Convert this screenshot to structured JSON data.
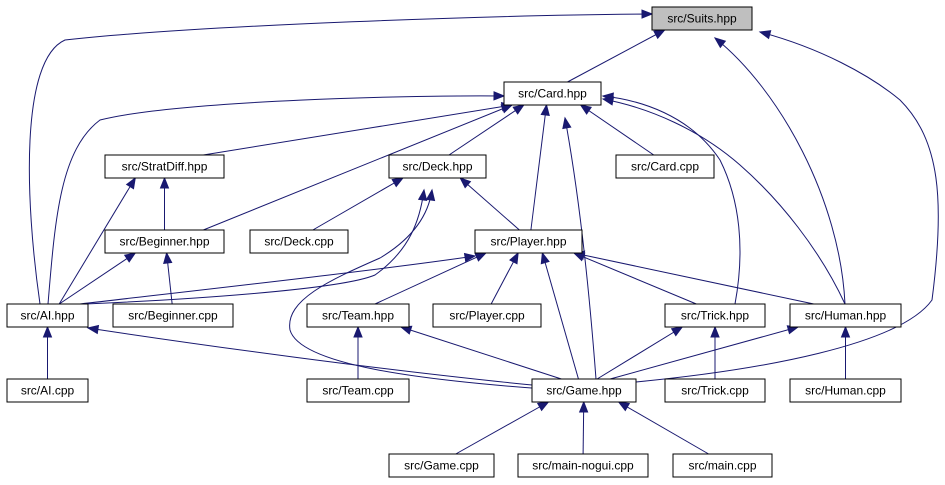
{
  "colors": {
    "edge": "#191970",
    "root_fill": "#bfbfbf",
    "node_fill": "#ffffff",
    "node_border": "#000000"
  },
  "nodes": {
    "suits_hpp": "src/Suits.hpp",
    "card_hpp": "src/Card.hpp",
    "stratdiff_hpp": "src/StratDiff.hpp",
    "deck_hpp": "src/Deck.hpp",
    "card_cpp": "src/Card.cpp",
    "beginner_hpp": "src/Beginner.hpp",
    "deck_cpp": "src/Deck.cpp",
    "player_hpp": "src/Player.hpp",
    "ai_hpp": "src/AI.hpp",
    "beginner_cpp": "src/Beginner.cpp",
    "team_hpp": "src/Team.hpp",
    "player_cpp": "src/Player.cpp",
    "trick_hpp": "src/Trick.hpp",
    "human_hpp": "src/Human.hpp",
    "ai_cpp": "src/AI.cpp",
    "team_cpp": "src/Team.cpp",
    "game_hpp": "src/Game.hpp",
    "trick_cpp": "src/Trick.cpp",
    "human_cpp": "src/Human.cpp",
    "game_cpp": "src/Game.cpp",
    "main_nogui_cpp": "src/main-nogui.cpp",
    "main_cpp": "src/main.cpp"
  },
  "edges": [
    [
      "card_hpp",
      "suits_hpp"
    ],
    [
      "ai_hpp",
      "suits_hpp"
    ],
    [
      "human_hpp",
      "suits_hpp"
    ],
    [
      "game_hpp",
      "suits_hpp"
    ],
    [
      "ai_hpp",
      "card_hpp"
    ],
    [
      "stratdiff_hpp",
      "card_hpp"
    ],
    [
      "beginner_hpp",
      "card_hpp"
    ],
    [
      "deck_hpp",
      "card_hpp"
    ],
    [
      "card_cpp",
      "card_hpp"
    ],
    [
      "player_hpp",
      "card_hpp"
    ],
    [
      "game_hpp",
      "card_hpp"
    ],
    [
      "trick_hpp",
      "card_hpp"
    ],
    [
      "human_hpp",
      "card_hpp"
    ],
    [
      "beginner_hpp",
      "stratdiff_hpp"
    ],
    [
      "ai_hpp",
      "stratdiff_hpp"
    ],
    [
      "deck_cpp",
      "deck_hpp"
    ],
    [
      "player_hpp",
      "deck_hpp"
    ],
    [
      "ai_hpp",
      "deck_hpp"
    ],
    [
      "game_hpp",
      "deck_hpp"
    ],
    [
      "ai_hpp",
      "beginner_hpp"
    ],
    [
      "beginner_cpp",
      "beginner_hpp"
    ],
    [
      "ai_hpp",
      "player_hpp"
    ],
    [
      "team_hpp",
      "player_hpp"
    ],
    [
      "player_cpp",
      "player_hpp"
    ],
    [
      "trick_hpp",
      "player_hpp"
    ],
    [
      "human_hpp",
      "player_hpp"
    ],
    [
      "game_hpp",
      "player_hpp"
    ],
    [
      "ai_cpp",
      "ai_hpp"
    ],
    [
      "game_hpp",
      "ai_hpp"
    ],
    [
      "team_cpp",
      "team_hpp"
    ],
    [
      "game_hpp",
      "team_hpp"
    ],
    [
      "game_hpp",
      "trick_hpp"
    ],
    [
      "trick_cpp",
      "trick_hpp"
    ],
    [
      "game_hpp",
      "human_hpp"
    ],
    [
      "human_cpp",
      "human_hpp"
    ],
    [
      "game_cpp",
      "game_hpp"
    ],
    [
      "main_nogui_cpp",
      "game_hpp"
    ],
    [
      "main_cpp",
      "game_hpp"
    ]
  ]
}
